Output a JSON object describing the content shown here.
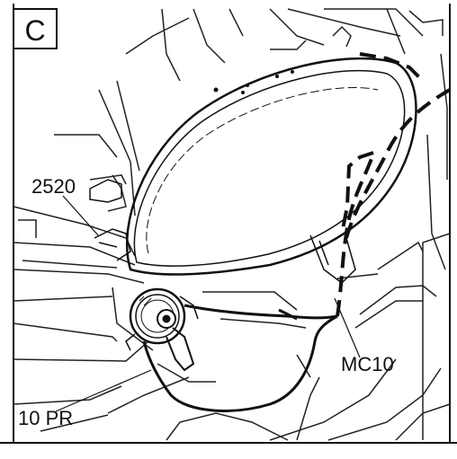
{
  "panel": {
    "letter": "C"
  },
  "labels": {
    "part_2520": "2520",
    "connector_mc10": "MC10",
    "wire_10pr": "10 PR"
  }
}
